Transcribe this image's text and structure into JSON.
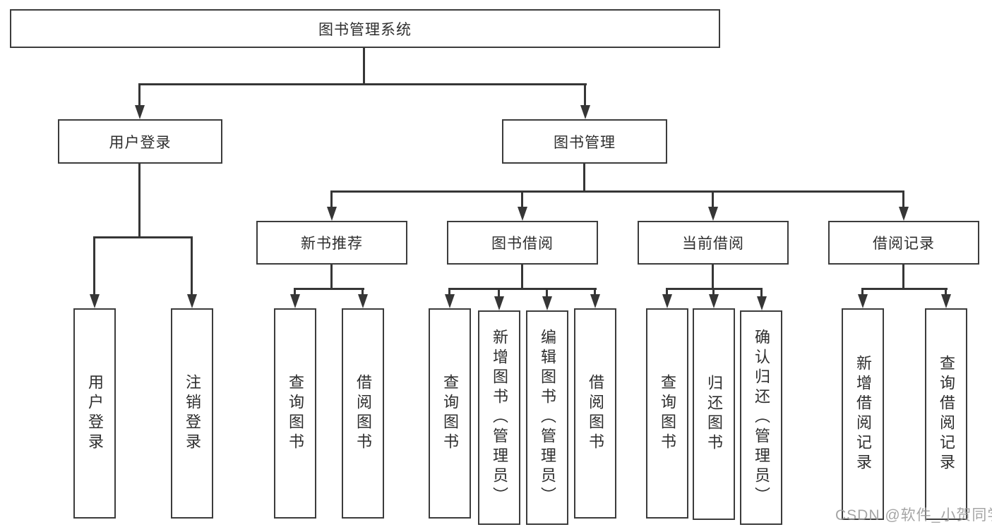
{
  "tree": {
    "label": "图书管理系统",
    "children": [
      {
        "label": "用户登录",
        "children": [
          {
            "label": "用户登录"
          },
          {
            "label": "注销登录"
          }
        ]
      },
      {
        "label": "图书管理",
        "children": [
          {
            "label": "新书推荐",
            "children": [
              {
                "label": "查询图书"
              },
              {
                "label": "借阅图书"
              }
            ]
          },
          {
            "label": "图书借阅",
            "children": [
              {
                "label": "查询图书"
              },
              {
                "label": "新增图书（管理员）"
              },
              {
                "label": "编辑图书（管理员）"
              },
              {
                "label": "借阅图书"
              }
            ]
          },
          {
            "label": "当前借阅",
            "children": [
              {
                "label": "查询图书"
              },
              {
                "label": "归还图书"
              },
              {
                "label": "确认归还（管理员）"
              }
            ]
          },
          {
            "label": "借阅记录",
            "children": [
              {
                "label": "新增借阅记录"
              },
              {
                "label": "查询借阅记录"
              }
            ]
          }
        ]
      }
    ]
  },
  "watermark": {
    "text": "CSDN @软件_小贺同学"
  },
  "colors": {
    "line": "#363636",
    "box_border": "#3c3c3c",
    "text": "#2e2e2e",
    "watermark": "#989898",
    "background": "#ffffff"
  }
}
